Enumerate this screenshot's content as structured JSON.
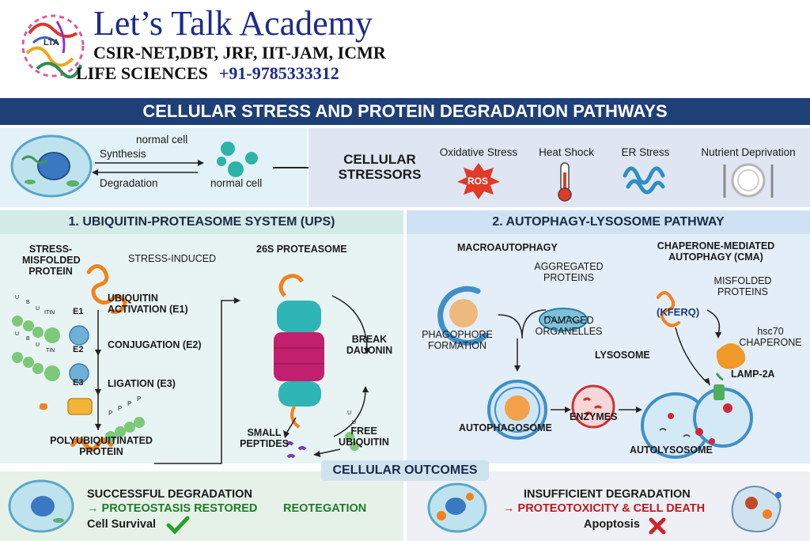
{
  "header": {
    "brand": "Let’s Talk Academy",
    "exams": "CSIR-NET,DBT, JRF, IIT-JAM, ICMR",
    "subject": "LIFE SCIENCES",
    "phone": "+91-9785333312",
    "logo_text": "LTA"
  },
  "banner": {
    "title": "CELLULAR STRESS AND PROTEIN DEGRADATION PATHWAYS"
  },
  "top": {
    "normal_cell_top": "normal cell",
    "synthesis": "Synthesis",
    "degradation": "Degradation",
    "normal_cell_bottom": "normal cell",
    "stressors_l1": "CELLULAR",
    "stressors_l2": "STRESSORS",
    "stressors": [
      {
        "label": "Oxidative Stress",
        "icon": "ros-burst-icon",
        "badge": "ROS"
      },
      {
        "label": "Heat Shock",
        "icon": "thermometer-icon"
      },
      {
        "label": "ER Stress",
        "icon": "er-membrane-icon"
      },
      {
        "label": "Nutrient Deprivation",
        "icon": "empty-plate-icon"
      }
    ]
  },
  "ups": {
    "title": "1. UBIQUITIN-PROTEASOME SYSTEM (UPS)",
    "misfolded_l1": "STRESS-",
    "misfolded_l2": "MISFOLDED",
    "misfolded_l3": "PROTEIN",
    "stress_induced": "STRESS-INDUCED",
    "activation_l1": "UBIQUITIN",
    "activation_l2": "ACTIVATION (E1)",
    "conjugation": "CONJUGATION (E2)",
    "ligation": "LIGATION (E3)",
    "e1": "E1",
    "e2": "E2",
    "e3": "E3",
    "itin": "ITIN",
    "tin": "TIN",
    "u": "U",
    "b": "B",
    "p": "P",
    "poly_l1": "POLYUBIQUITINATED",
    "poly_l2": "PROTEIN",
    "proteasome": "26S PROTEASOME",
    "break_l1": "BREAK",
    "break_l2": "DAUONIN",
    "small_l1": "SMALL",
    "small_l2": "PEPTIDES",
    "free_l1": "FREE",
    "free_l2": "UBIQUITIN"
  },
  "autophagy": {
    "title": "2. AUTOPHAGY-LYSOSOME PATHWAY",
    "macro": "MACROAUTOPHAGY",
    "aggregated_l1": "AGGREGATED",
    "aggregated_l2": "PROTEINS",
    "damaged_l1": "DAMAGED",
    "damaged_l2": "ORGANELLES",
    "phagophore_l1": "PHAGOPHORE",
    "phagophore_l2": "FORMATION",
    "autophagosome": "AUTOPHAGOSOME",
    "lysosome": "LYSOSOME",
    "enzymes": "ENZYMES",
    "autolysosome": "AUTOLYSOSOME",
    "cma_l1": "CHAPERONE-MEDIATED",
    "cma_l2": "AUTOPHAGY (CMA)",
    "misfolded_l1": "MISFOLDED",
    "misfolded_l2": "PROTEINS",
    "kferq": "(KFERQ)",
    "hsc70_l1": "hsc70",
    "hsc70_l2": "CHAPERONE",
    "lamp": "LAMP-2A"
  },
  "outcomes": {
    "title": "CELLULAR OUTCOMES",
    "success_l1": "SUCCESSFUL DEGRADATION",
    "success_l2": "→ PROTEOSTASIS RESTORED",
    "reotegation": "REOTEGATION",
    "survival": "Cell Survival",
    "fail_l1": "INSUFFICIENT DEGRADATION",
    "fail_l2": "→ PROTEOTOXICITY & CELL DEATH",
    "apoptosis": "Apoptosis"
  },
  "colors": {
    "navy": "#1f3f77",
    "brand_blue": "#1d2a8c",
    "orange": "#f0821e",
    "teal": "#2a9fa6",
    "magenta": "#c2206e",
    "green": "#1f7a2a",
    "red": "#c0171c"
  }
}
